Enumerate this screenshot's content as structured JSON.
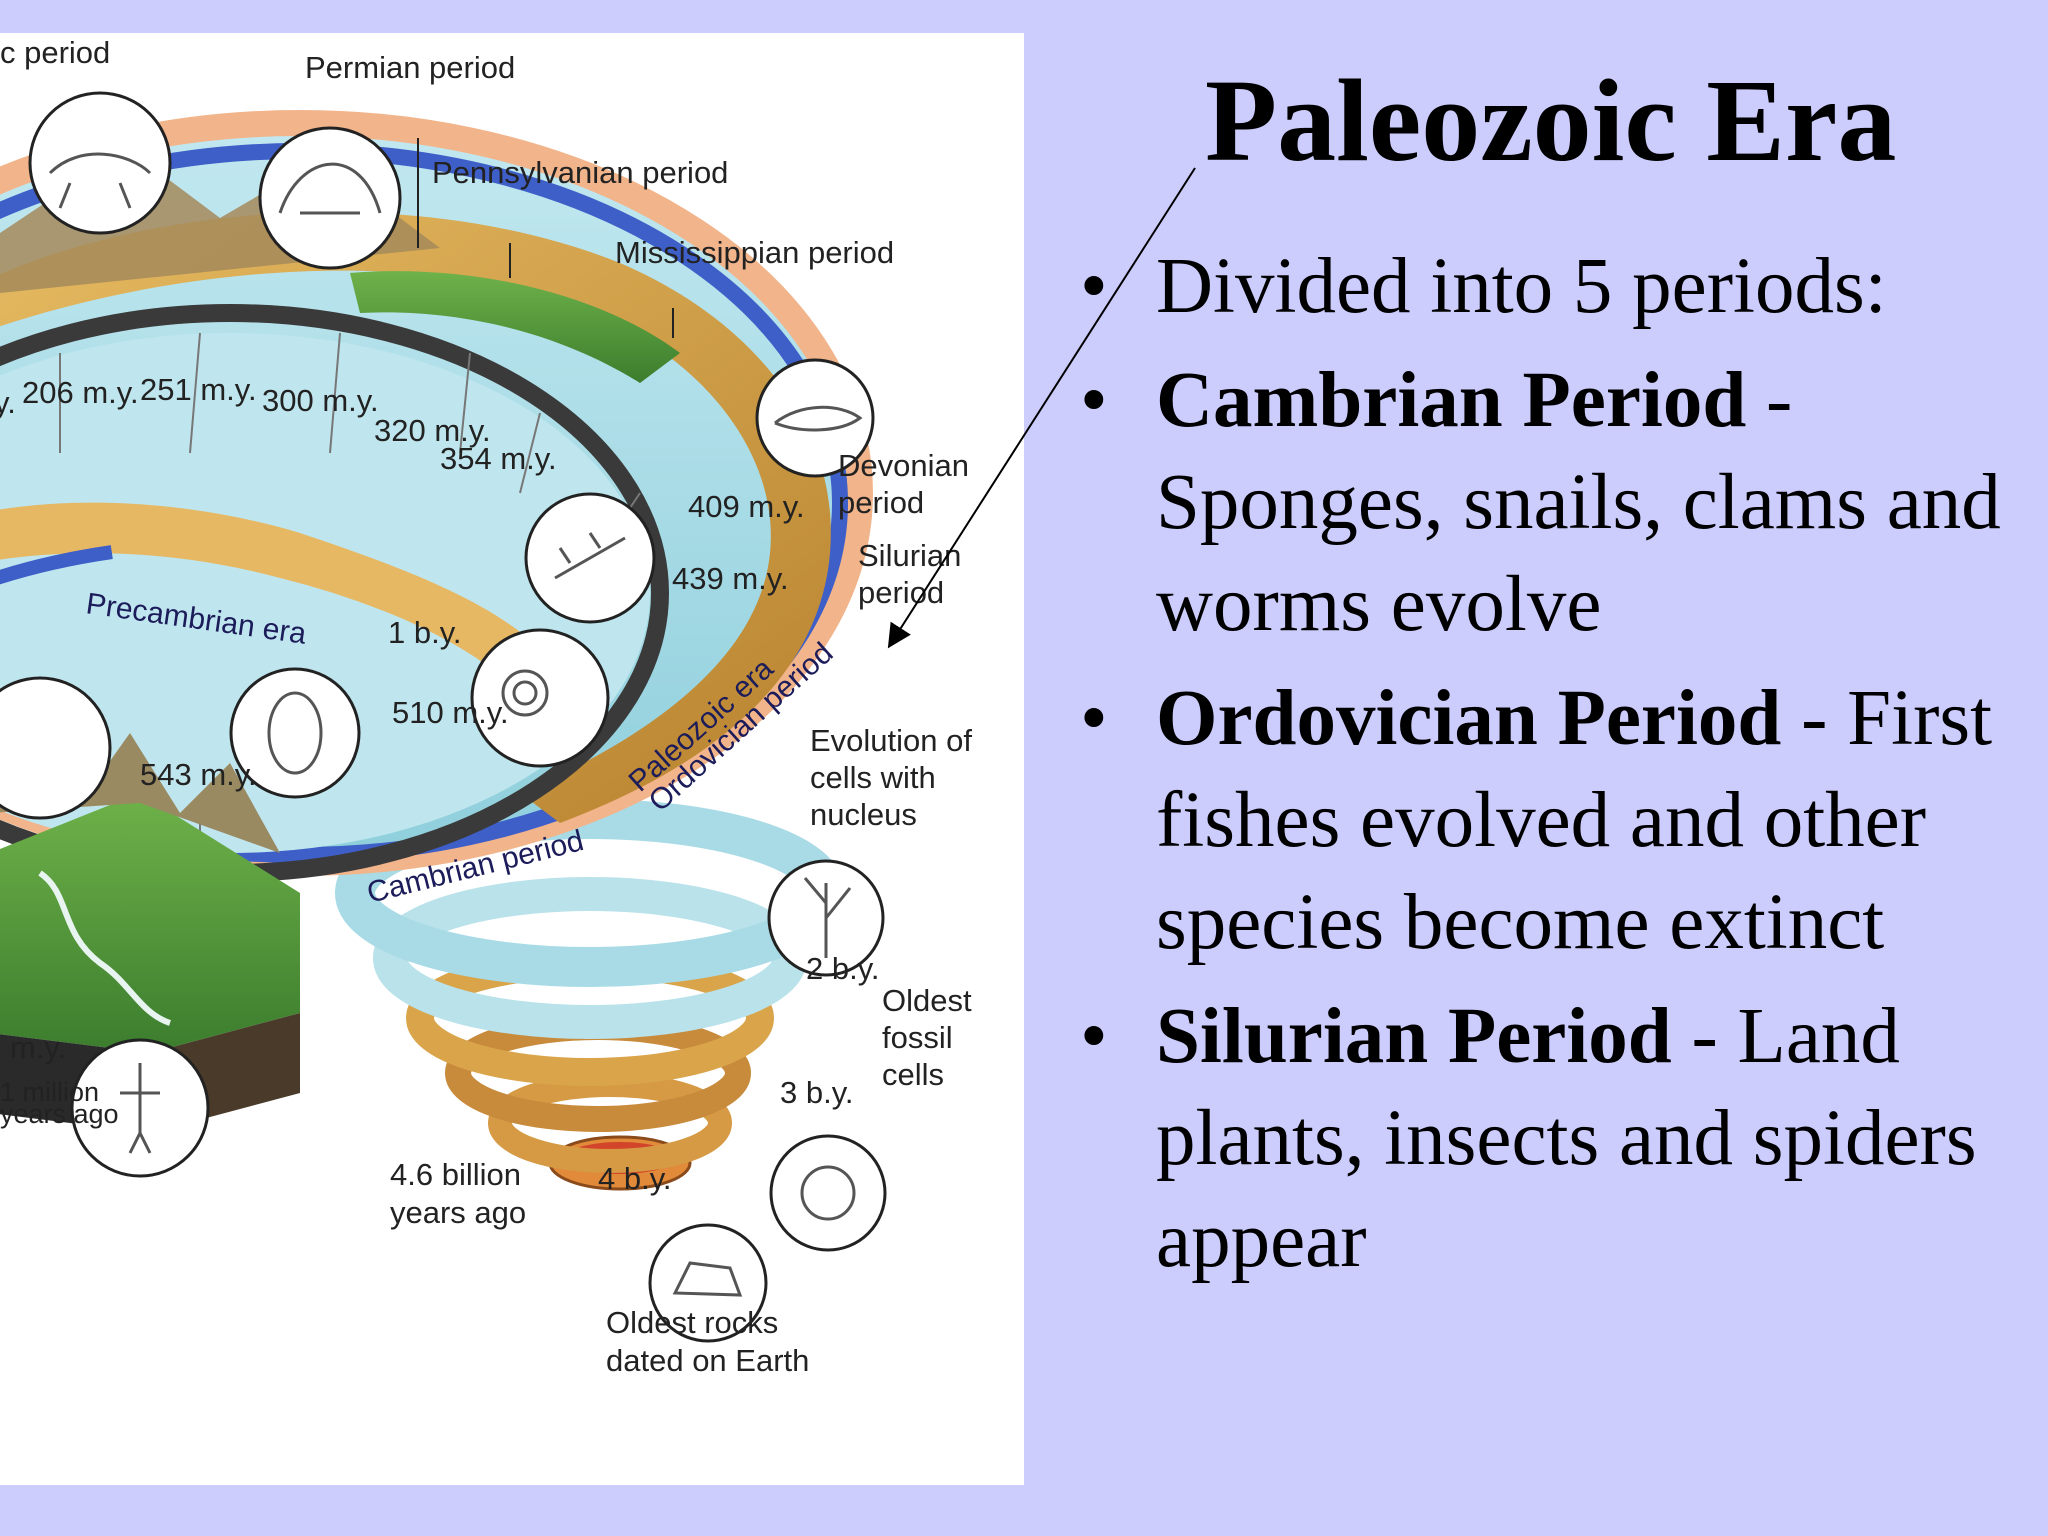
{
  "slide": {
    "title": "Paleozoic Era",
    "bullets": [
      {
        "bold": "",
        "text": "Divided into 5 periods:"
      },
      {
        "bold": "Cambrian Period",
        "text": " - Sponges, snails, clams and worms evolve"
      },
      {
        "bold": "Ordovician Period",
        "text": " - First fishes evolved and other species become extinct"
      },
      {
        "bold": "Silurian Period",
        "text": " - Land plants, insects and spiders appear"
      }
    ],
    "bullet_glyph": "•"
  },
  "diagram": {
    "labels": {
      "carboniferous_partial": "c period",
      "permian": "Permian period",
      "pennsylvanian": "Pennsylvanian period",
      "mississippian": "Mississippian period",
      "devonian_1": "Devonian",
      "devonian_2": "period",
      "silurian_1": "Silurian",
      "silurian_2": "period",
      "precambrian": "Precambrian era",
      "paleozoic": "Paleozoic era",
      "ordovician": "Ordovician period",
      "cambrian": "Cambrian period",
      "evolution_1": "Evolution of",
      "evolution_2": "cells with",
      "evolution_3": "nucleus",
      "oldest_fossil_1": "Oldest",
      "oldest_fossil_2": "fossil",
      "oldest_fossil_3": "cells",
      "age_1": "4.6 billion",
      "age_2": "years ago",
      "oldest_rocks_1": "Oldest rocks",
      "oldest_rocks_2": "dated on Earth",
      "million_1": "1 million",
      "million_2": "years ago"
    },
    "dates": {
      "d206": "206 m.y.",
      "d251": "251 m.y.",
      "d300": "300 m.y.",
      "d320": "320 m.y.",
      "d354": "354 m.y.",
      "d409": "409 m.y.",
      "d439": "439 m.y.",
      "d1by": "1 b.y.",
      "d510": "510 m.y.",
      "d543": "543 m.y.",
      "d2by": "2 b.y.",
      "d3by": "3 b.y.",
      "d4by": "4 b.y.",
      "dmy_left": "m.y.",
      "dy_left": "y."
    },
    "colors": {
      "ocean": "#a8dbe6",
      "band_orange": "#f2b48a",
      "band_blue": "#3e5ec8",
      "band_dark": "#3a3a3a",
      "land": "#d9a44a",
      "mountain": "#8b7a50",
      "forest": "#4f9a3a"
    }
  }
}
